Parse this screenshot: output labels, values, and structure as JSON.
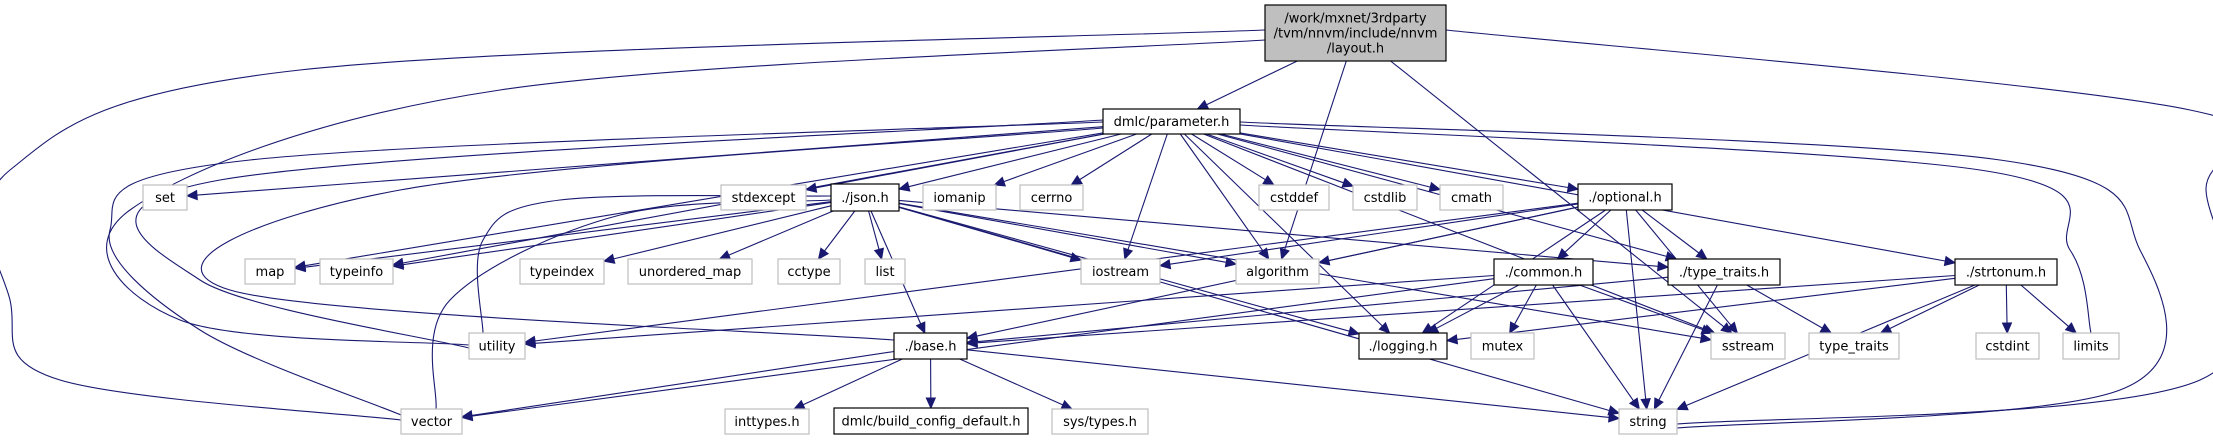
{
  "title": "Include dependency graph for /work/mxnet/3rdparty/tvm/nnvm/include/nnvm/layout.h",
  "colors": {
    "edge": "#191970",
    "root_fill": "#bfbfbf",
    "local_border": "#000000",
    "system_border": "#bfbfbf"
  },
  "nodes": [
    {
      "id": "root",
      "kind": "root",
      "label_lines": [
        "/work/mxnet/3rdparty",
        "/tvm/nnvm/include/nnvm",
        "/layout.h"
      ]
    },
    {
      "id": "parameter",
      "kind": "local",
      "label_lines": [
        "dmlc/parameter.h"
      ]
    },
    {
      "id": "set",
      "kind": "system",
      "label_lines": [
        "set"
      ]
    },
    {
      "id": "stdexcept",
      "kind": "system",
      "label_lines": [
        "stdexcept"
      ]
    },
    {
      "id": "json",
      "kind": "local",
      "label_lines": [
        "./json.h"
      ]
    },
    {
      "id": "iomanip",
      "kind": "system",
      "label_lines": [
        "iomanip"
      ]
    },
    {
      "id": "cerrno",
      "kind": "system",
      "label_lines": [
        "cerrno"
      ]
    },
    {
      "id": "cstddef",
      "kind": "system",
      "label_lines": [
        "cstddef"
      ]
    },
    {
      "id": "cstdlib",
      "kind": "system",
      "label_lines": [
        "cstdlib"
      ]
    },
    {
      "id": "cmath",
      "kind": "system",
      "label_lines": [
        "cmath"
      ]
    },
    {
      "id": "optional",
      "kind": "local",
      "label_lines": [
        "./optional.h"
      ]
    },
    {
      "id": "map",
      "kind": "system",
      "label_lines": [
        "map"
      ]
    },
    {
      "id": "typeinfo",
      "kind": "system",
      "label_lines": [
        "typeinfo"
      ]
    },
    {
      "id": "typeindex",
      "kind": "system",
      "label_lines": [
        "typeindex"
      ]
    },
    {
      "id": "unordered_map",
      "kind": "system",
      "label_lines": [
        "unordered_map"
      ]
    },
    {
      "id": "cctype",
      "kind": "system",
      "label_lines": [
        "cctype"
      ]
    },
    {
      "id": "list",
      "kind": "system",
      "label_lines": [
        "list"
      ]
    },
    {
      "id": "iostream",
      "kind": "system",
      "label_lines": [
        "iostream"
      ]
    },
    {
      "id": "algorithm",
      "kind": "system",
      "label_lines": [
        "algorithm"
      ]
    },
    {
      "id": "common",
      "kind": "local",
      "label_lines": [
        "./common.h"
      ]
    },
    {
      "id": "type_traits_h",
      "kind": "local",
      "label_lines": [
        "./type_traits.h"
      ]
    },
    {
      "id": "strtonum",
      "kind": "local",
      "label_lines": [
        "./strtonum.h"
      ]
    },
    {
      "id": "utility",
      "kind": "system",
      "label_lines": [
        "utility"
      ]
    },
    {
      "id": "base",
      "kind": "local",
      "label_lines": [
        "./base.h"
      ]
    },
    {
      "id": "logging",
      "kind": "local",
      "label_lines": [
        "./logging.h"
      ]
    },
    {
      "id": "mutex",
      "kind": "system",
      "label_lines": [
        "mutex"
      ]
    },
    {
      "id": "sstream",
      "kind": "system",
      "label_lines": [
        "sstream"
      ]
    },
    {
      "id": "type_traits",
      "kind": "system",
      "label_lines": [
        "type_traits"
      ]
    },
    {
      "id": "cstdint",
      "kind": "system",
      "label_lines": [
        "cstdint"
      ]
    },
    {
      "id": "limits",
      "kind": "system",
      "label_lines": [
        "limits"
      ]
    },
    {
      "id": "vector",
      "kind": "system",
      "label_lines": [
        "vector"
      ]
    },
    {
      "id": "inttypes",
      "kind": "system",
      "label_lines": [
        "inttypes.h"
      ]
    },
    {
      "id": "build_config",
      "kind": "local",
      "label_lines": [
        "dmlc/build_config_default.h"
      ]
    },
    {
      "id": "systypes",
      "kind": "system",
      "label_lines": [
        "sys/types.h"
      ]
    },
    {
      "id": "string",
      "kind": "system",
      "label_lines": [
        "string"
      ]
    }
  ],
  "edges": [
    [
      "root",
      "parameter"
    ],
    [
      "root",
      "vector"
    ],
    [
      "root",
      "utility"
    ],
    [
      "root",
      "algorithm"
    ],
    [
      "root",
      "sstream"
    ],
    [
      "root",
      "string"
    ],
    [
      "parameter",
      "set"
    ],
    [
      "parameter",
      "stdexcept"
    ],
    [
      "parameter",
      "json"
    ],
    [
      "parameter",
      "iomanip"
    ],
    [
      "parameter",
      "cerrno"
    ],
    [
      "parameter",
      "cstddef"
    ],
    [
      "parameter",
      "cstdlib"
    ],
    [
      "parameter",
      "cmath"
    ],
    [
      "parameter",
      "optional"
    ],
    [
      "parameter",
      "map"
    ],
    [
      "parameter",
      "typeinfo"
    ],
    [
      "parameter",
      "iostream"
    ],
    [
      "parameter",
      "algorithm"
    ],
    [
      "parameter",
      "type_traits_h"
    ],
    [
      "parameter",
      "strtonum"
    ],
    [
      "parameter",
      "utility"
    ],
    [
      "parameter",
      "base"
    ],
    [
      "parameter",
      "logging"
    ],
    [
      "parameter",
      "sstream"
    ],
    [
      "parameter",
      "limits"
    ],
    [
      "parameter",
      "vector"
    ],
    [
      "parameter",
      "string"
    ],
    [
      "json",
      "map"
    ],
    [
      "json",
      "typeinfo"
    ],
    [
      "json",
      "typeindex"
    ],
    [
      "json",
      "unordered_map"
    ],
    [
      "json",
      "cctype"
    ],
    [
      "json",
      "list"
    ],
    [
      "json",
      "iostream"
    ],
    [
      "json",
      "algorithm"
    ],
    [
      "json",
      "utility"
    ],
    [
      "json",
      "vector"
    ],
    [
      "json",
      "base"
    ],
    [
      "json",
      "logging"
    ],
    [
      "json",
      "type_traits_h"
    ],
    [
      "json",
      "sstream"
    ],
    [
      "json",
      "string"
    ],
    [
      "optional",
      "iostream"
    ],
    [
      "optional",
      "algorithm"
    ],
    [
      "optional",
      "utility"
    ],
    [
      "optional",
      "common"
    ],
    [
      "optional",
      "type_traits_h"
    ],
    [
      "optional",
      "base"
    ],
    [
      "optional",
      "logging"
    ],
    [
      "optional",
      "string"
    ],
    [
      "optional",
      "sstream"
    ],
    [
      "common",
      "utility"
    ],
    [
      "common",
      "vector"
    ],
    [
      "common",
      "logging"
    ],
    [
      "common",
      "mutex"
    ],
    [
      "common",
      "sstream"
    ],
    [
      "common",
      "string"
    ],
    [
      "type_traits_h",
      "base"
    ],
    [
      "type_traits_h",
      "type_traits"
    ],
    [
      "type_traits_h",
      "string"
    ],
    [
      "strtonum",
      "base"
    ],
    [
      "strtonum",
      "logging"
    ],
    [
      "strtonum",
      "type_traits"
    ],
    [
      "strtonum",
      "cstdint"
    ],
    [
      "strtonum",
      "limits"
    ],
    [
      "strtonum",
      "string"
    ],
    [
      "base",
      "vector"
    ],
    [
      "base",
      "inttypes"
    ],
    [
      "base",
      "build_config"
    ],
    [
      "base",
      "systypes"
    ],
    [
      "base",
      "string"
    ]
  ]
}
